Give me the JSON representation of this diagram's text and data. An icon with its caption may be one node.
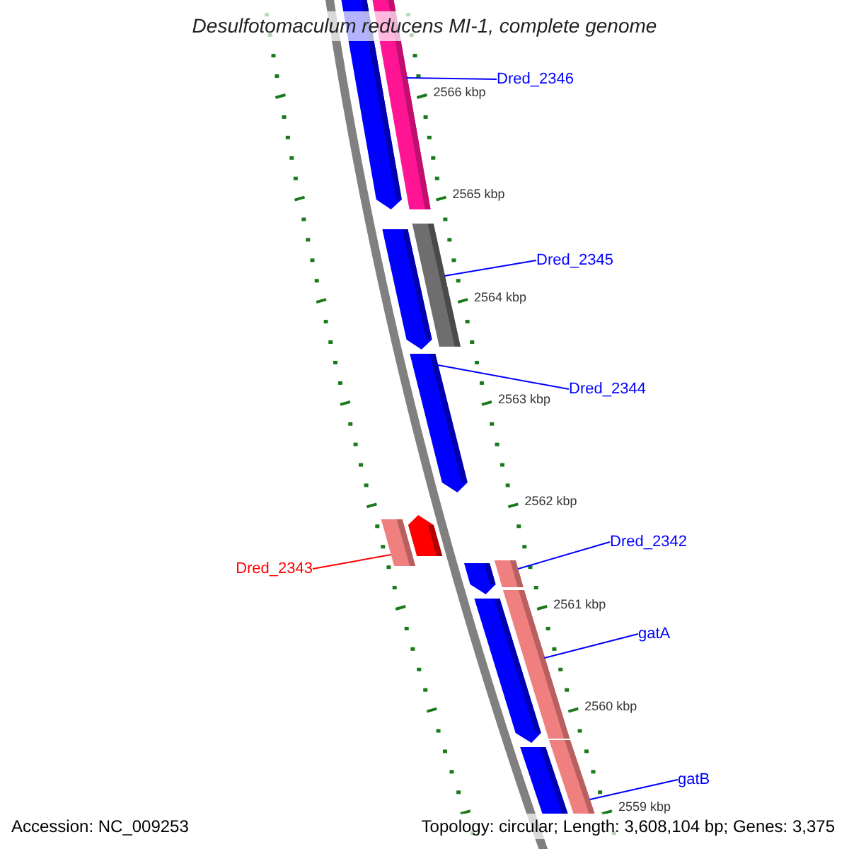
{
  "diagram": {
    "title": "Desulfotomaculum reducens MI-1, complete genome",
    "nodes": [
      {
        "text": [
          "Dred_2346"
        ]
      },
      {
        "text": [
          "Dred_2345"
        ]
      },
      {
        "text": [
          "Dred_2344"
        ]
      },
      {
        "text": [
          "Dred_2342"
        ]
      },
      {
        "text": [
          "Dred_2343"
        ]
      },
      {
        "text": [
          "gatA"
        ]
      },
      {
        "text": [
          "gatB"
        ]
      },
      {
        "text": [],
        "shape": "bar"
      },
      {
        "text": [],
        "shape": "bar"
      },
      {
        "text": [],
        "shape": "bar"
      },
      {
        "text": [],
        "shape": "bar"
      },
      {
        "text": [],
        "shape": "bar"
      },
      {
        "text": [],
        "shape": "bar"
      },
      {
        "text": [],
        "shape": "bar"
      },
      {
        "text": [],
        "shape": "bar"
      },
      {
        "text": [],
        "shape": "bar"
      },
      {
        "text": [],
        "shape": "bar"
      },
      {
        "text": [],
        "shape": "bar"
      },
      {
        "text": [],
        "shape": "bar"
      },
      {
        "text": [],
        "shape": "bar"
      }
    ],
    "edges": [
      {
        "from": 0,
        "to": 8,
        "arrow": "none"
      },
      {
        "from": 1,
        "to": 9,
        "arrow": "none"
      },
      {
        "from": 2,
        "to": 11,
        "arrow": "none"
      },
      {
        "from": 3,
        "to": 14,
        "arrow": "none"
      },
      {
        "from": 4,
        "to": 13,
        "arrow": "none",
        "color": "#ff0000"
      },
      {
        "from": 5,
        "to": 16,
        "arrow": "none"
      },
      {
        "from": 6,
        "to": 18,
        "arrow": "none"
      }
    ],
    "labels": [
      "2566 kbp",
      "2565 kbp",
      "2564 kbp",
      "2563 kbp",
      "2562 kbp",
      "2561 kbp",
      "2560 kbp",
      "2559 kbp",
      "Accession: NC_009253",
      "Topology: circular; Length: 3,608,104 bp; Genes: 3,375"
    ]
  }
}
